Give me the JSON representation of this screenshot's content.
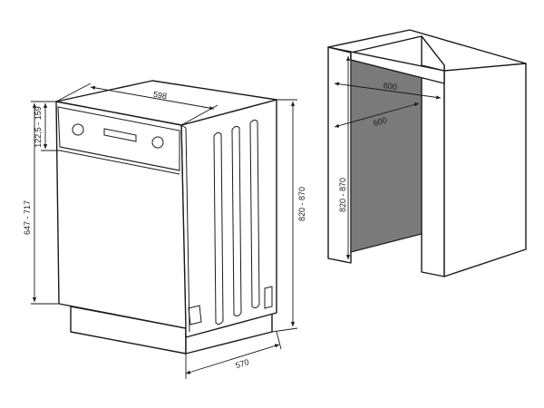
{
  "diagram": {
    "dishwasher_dimensions": {
      "top_width": "598",
      "depth": "570",
      "panel_height": "122,5 - 159",
      "front_height": "647 - 717",
      "total_height": "820 - 870"
    },
    "niche_dimensions": {
      "width": "600",
      "depth": "600",
      "height": "820 - 870"
    }
  }
}
